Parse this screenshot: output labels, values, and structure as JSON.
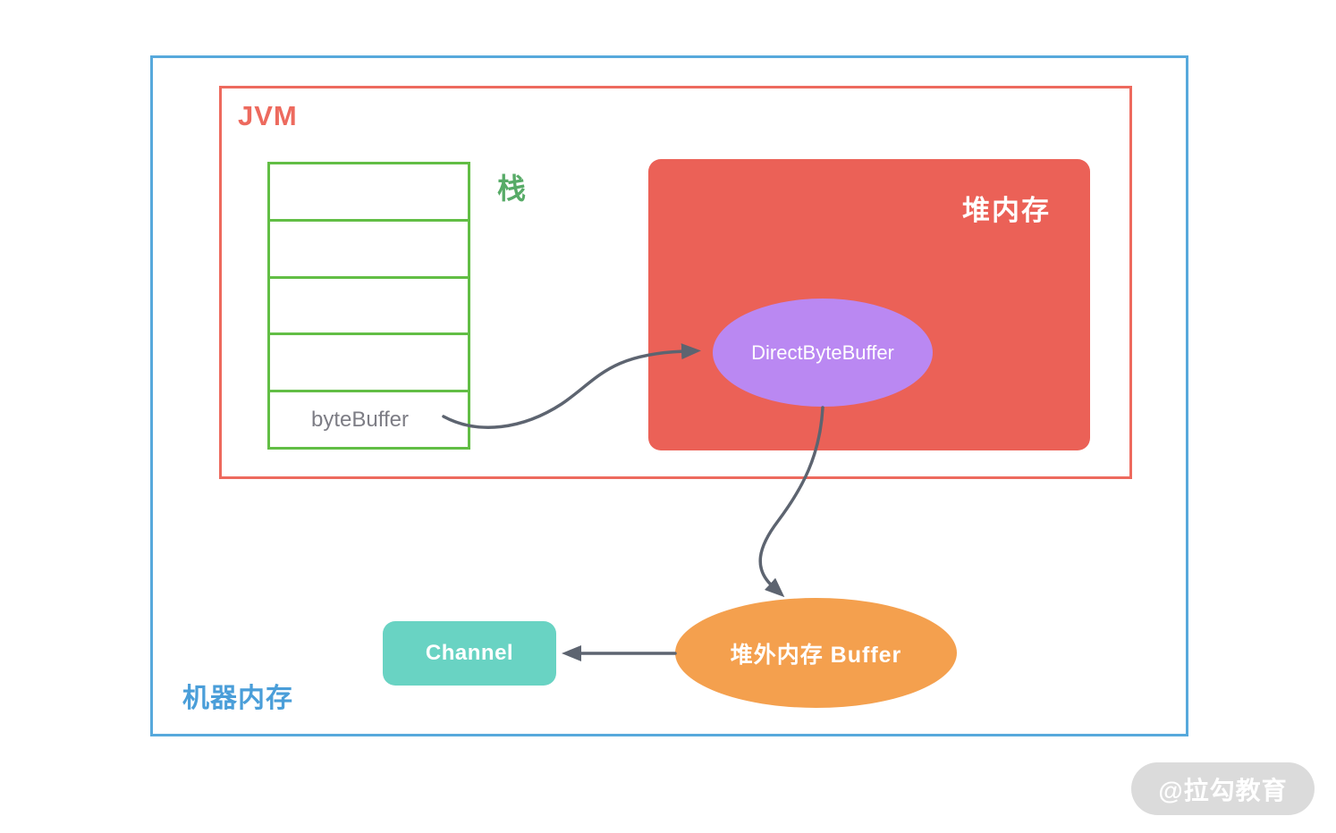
{
  "machine_memory": {
    "label": "机器内存"
  },
  "jvm": {
    "label": "JVM"
  },
  "stack": {
    "label": "栈",
    "cells": [
      "",
      "",
      "",
      "",
      "byteBuffer"
    ]
  },
  "heap": {
    "label": "堆内存",
    "direct_byte_buffer_label": "DirectByteBuffer"
  },
  "off_heap": {
    "label": "堆外内存 Buffer"
  },
  "channel": {
    "label": "Channel"
  },
  "watermark": {
    "label": "@拉勾教育"
  },
  "arrows": [
    {
      "from": "byteBuffer",
      "to": "DirectByteBuffer"
    },
    {
      "from": "DirectByteBuffer",
      "to": "堆外内存 Buffer"
    },
    {
      "from": "堆外内存 Buffer",
      "to": "Channel"
    }
  ],
  "colors": {
    "machine_border": "#57A9DC",
    "machine_text": "#4A9ED9",
    "jvm_border": "#ED6A5E",
    "stack_border": "#62BE45",
    "stack_text": "#57AB67",
    "bytebuffer_text": "#7D7D85",
    "heap_fill": "#EB6157",
    "direct_fill": "#BA88F2",
    "offheap_fill": "#F4A04E",
    "channel_fill": "#69D3C3",
    "arrow": "#5D6470",
    "watermark_bg": "#DBDBDB"
  }
}
